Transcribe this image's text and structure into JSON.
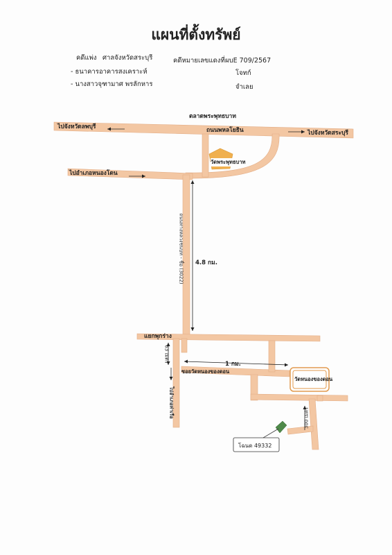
{
  "title": "แผนที่ตั้งทรัพย์",
  "header": {
    "case_label": "คดีแพ่ง",
    "court": "ศาลจังหวัดสระบุรี",
    "case_number_label": "คดีหมายเลขแดงที่",
    "case_number": "ผบE  709/2567",
    "plaintiff": "- ธนาคารอาคารสงเคราะห์",
    "plaintiff_role": "โจทก์",
    "defendant": "- นางสาวจุฑามาศ  พรลักหาร",
    "defendant_role": "จำเลย"
  },
  "map": {
    "market": "ตลาดพระพุทธบาท",
    "road_main": "ถนนพหลโยธิน",
    "to_lopburi": "ไปจังหวัดลพบุรี",
    "to_saraburi": "ไปจังหวัดสระบุรี",
    "to_nong_don": "ไปอำเภอหนองโดน",
    "temple_phraphutthabat": "วัดพระพุทธบาท",
    "highway": "ถนนทางหลวงชนบท - ชื่อ (3022)",
    "distance_48": "4.8 กม.",
    "junction": "แยกพุกร่าง",
    "distance_1": "1 กม.",
    "soi": "ซอยวัดหนองของดอน",
    "temple_nong": "วัดหนองของดอน",
    "dist_63": "63 เมตร",
    "to_tha_ruea": "ไปอำเภอท่าเรือ",
    "dist_300": "300 เมตร",
    "deed": "โฉนด 49332"
  },
  "colors": {
    "road": "#f3c7a3",
    "temple_fill": "#f0b04e",
    "plot": "#4f8a4a"
  }
}
